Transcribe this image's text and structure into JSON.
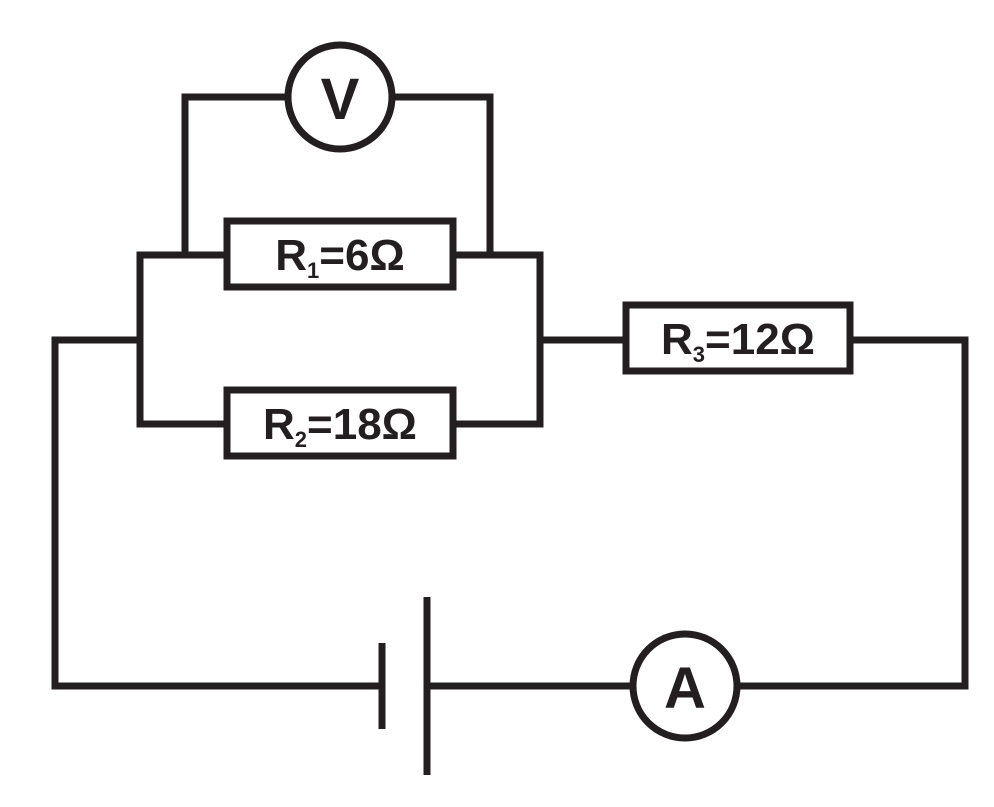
{
  "diagram": {
    "components": {
      "voltmeter": {
        "symbol": "V"
      },
      "ammeter": {
        "symbol": "A"
      },
      "resistor_1": {
        "letter": "R",
        "subscript": "1",
        "value": "=6Ω"
      },
      "resistor_2": {
        "letter": "R",
        "subscript": "2",
        "value": "=18Ω"
      },
      "resistor_3": {
        "letter": "R",
        "subscript": "3",
        "value": "=12Ω"
      }
    },
    "colors": {
      "stroke": "#231f20",
      "background": "#ffffff"
    }
  }
}
